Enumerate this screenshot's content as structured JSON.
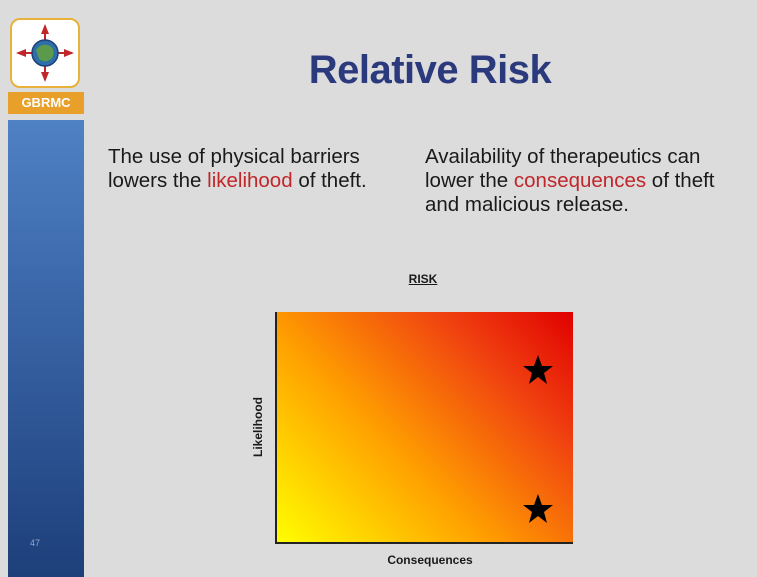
{
  "logo": {
    "label": "GBRMC",
    "accent_color": "#e8a02a"
  },
  "slide": {
    "number": "47",
    "title": "Relative Risk"
  },
  "left_text": {
    "before": "The use of physical barriers lowers the ",
    "highlight": "likelihood",
    "after": " of theft."
  },
  "right_text": {
    "before": "Availability of therapeutics can lower the ",
    "highlight": "consequences",
    "after": " of theft and malicious release."
  },
  "diagram": {
    "heading": "RISK",
    "y_axis_label": "Likelihood",
    "x_axis_label": "Consequences",
    "markers": [
      {
        "name": "high-likelihood-high-consequence",
        "icon": "star-icon"
      },
      {
        "name": "low-likelihood-high-consequence",
        "icon": "star-icon"
      }
    ]
  },
  "colors": {
    "title": "#2b3a7c",
    "highlight": "#c0262a",
    "low_risk": "#ffff00",
    "high_risk": "#e00000"
  }
}
